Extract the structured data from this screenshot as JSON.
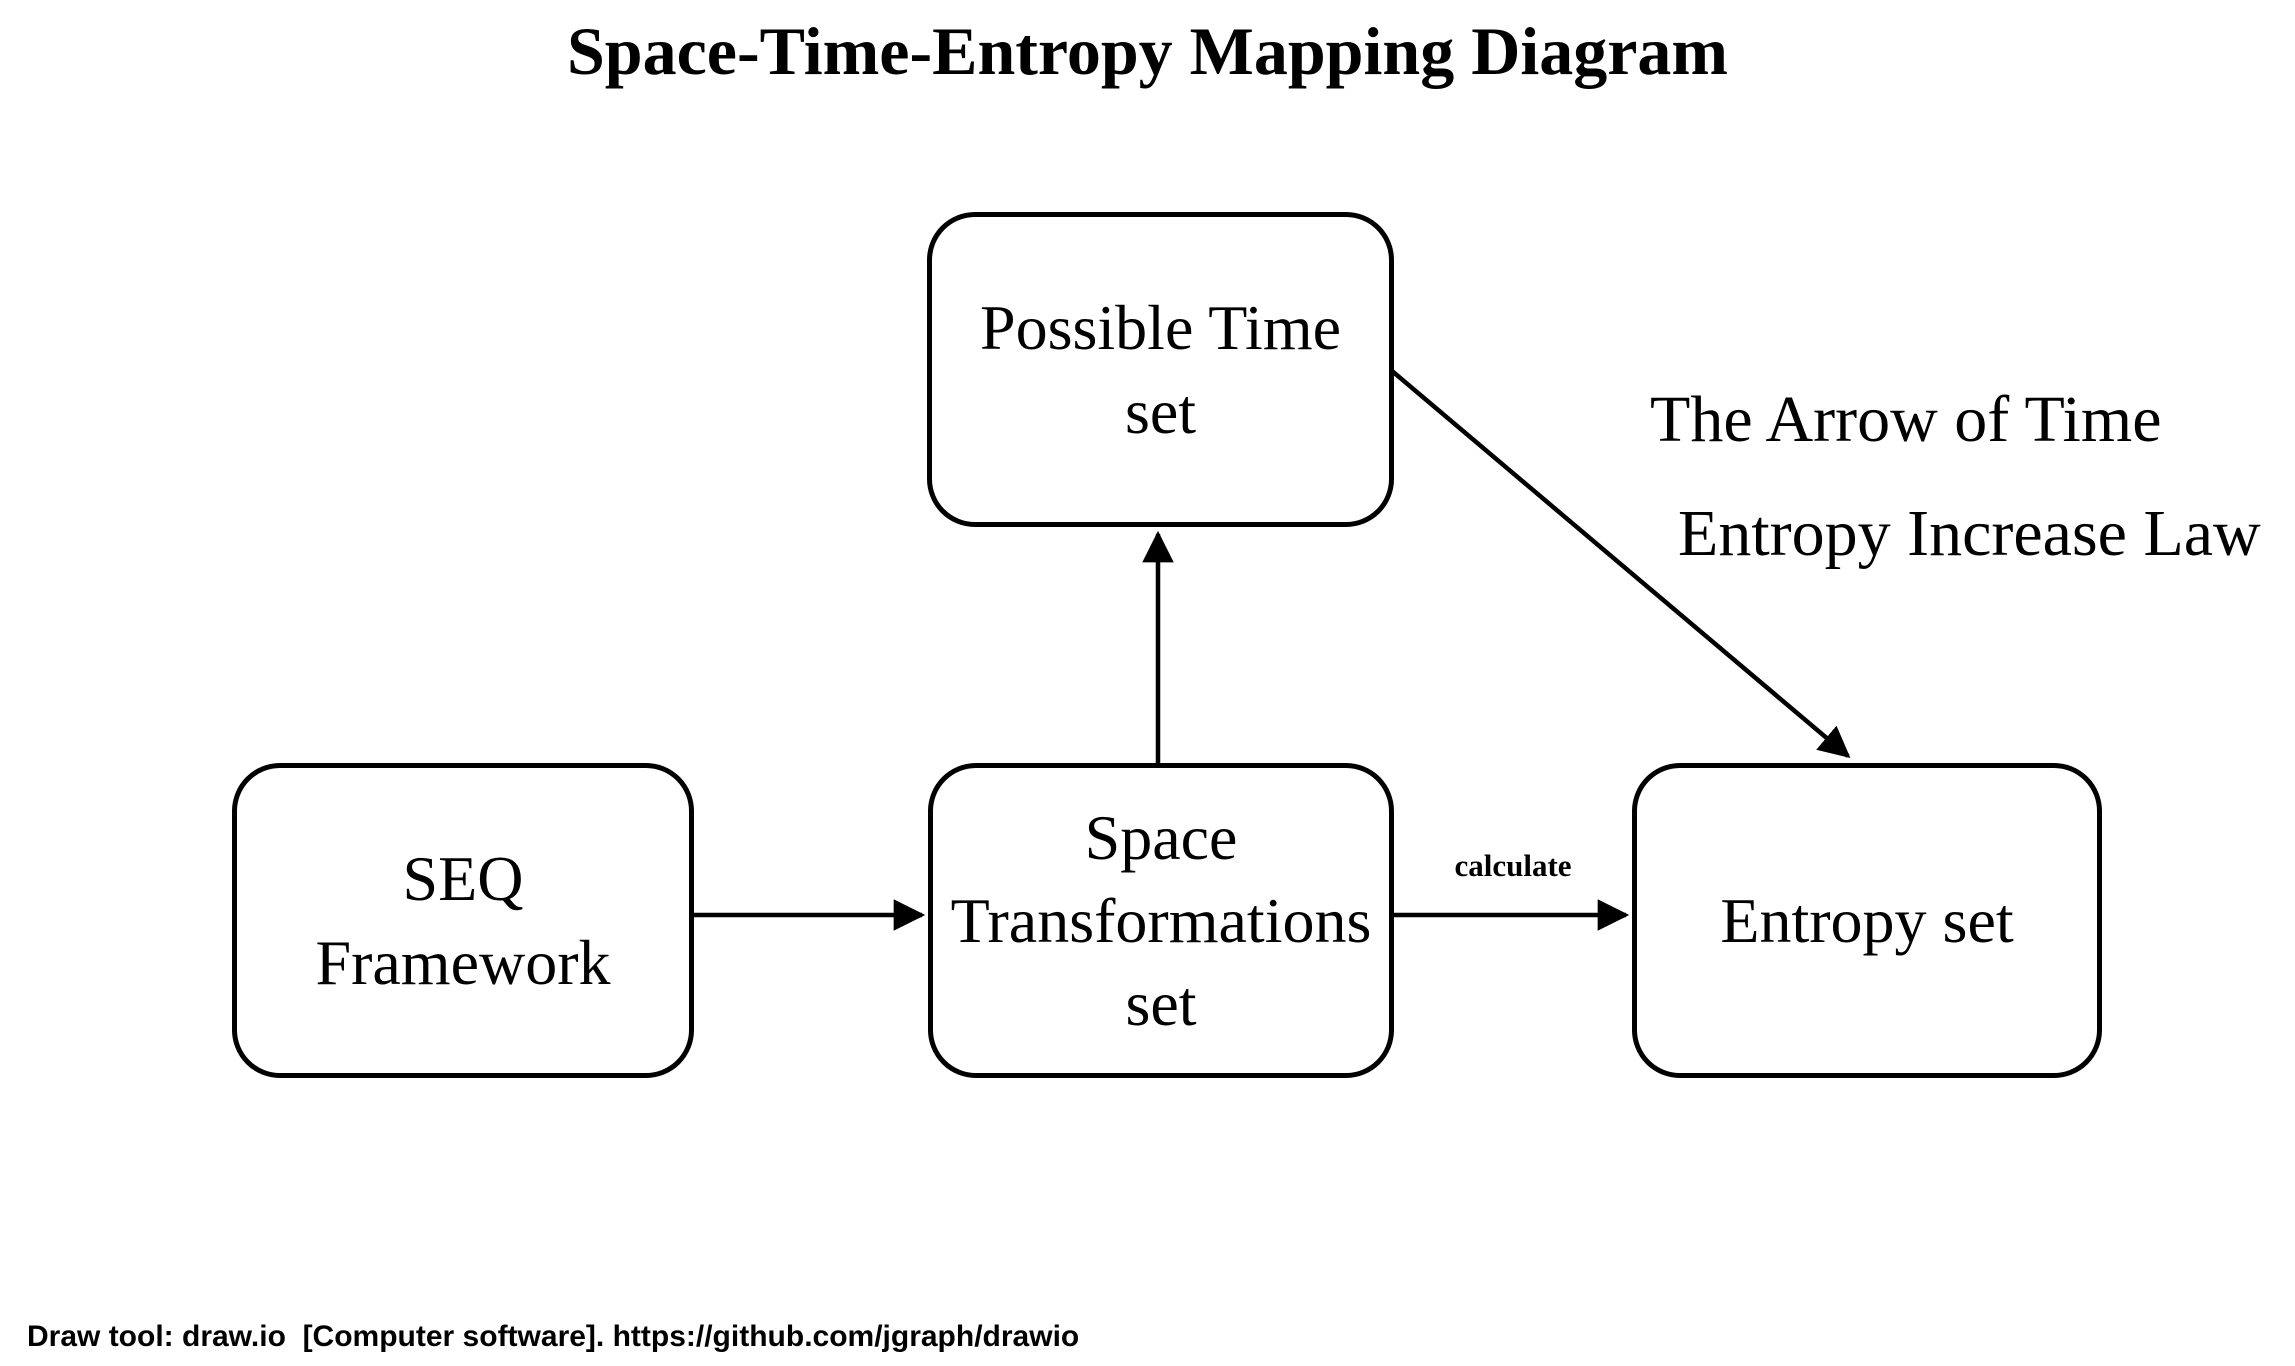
{
  "title": "Space-Time-Entropy Mapping Diagram",
  "diagram": {
    "nodes": {
      "possible_time": {
        "id": "possible-time-set",
        "lines": [
          "Possible Time",
          "set"
        ]
      },
      "seq_framework": {
        "id": "seq-framework",
        "lines": [
          "SEQ",
          "Framework"
        ]
      },
      "space_transformations": {
        "id": "space-transformations-set",
        "lines": [
          "Space",
          "Transformations",
          "set"
        ]
      },
      "entropy_set": {
        "id": "entropy-set",
        "lines": [
          "Entropy set"
        ]
      }
    },
    "edges": [
      {
        "from": "seq-framework",
        "to": "space-transformations-set",
        "label": ""
      },
      {
        "from": "space-transformations-set",
        "to": "possible-time-set",
        "label": ""
      },
      {
        "from": "space-transformations-set",
        "to": "entropy-set",
        "label": "calculate"
      },
      {
        "from": "possible-time-set",
        "to": "entropy-set",
        "label": ""
      }
    ],
    "annotation": {
      "line1": "The Arrow of Time",
      "line2": "Entropy Increase Law"
    }
  },
  "footer": "Draw tool: draw.io  [Computer software]. https://github.com/jgraph/drawio",
  "colors": {
    "ink": "#000000",
    "background": "#ffffff"
  }
}
